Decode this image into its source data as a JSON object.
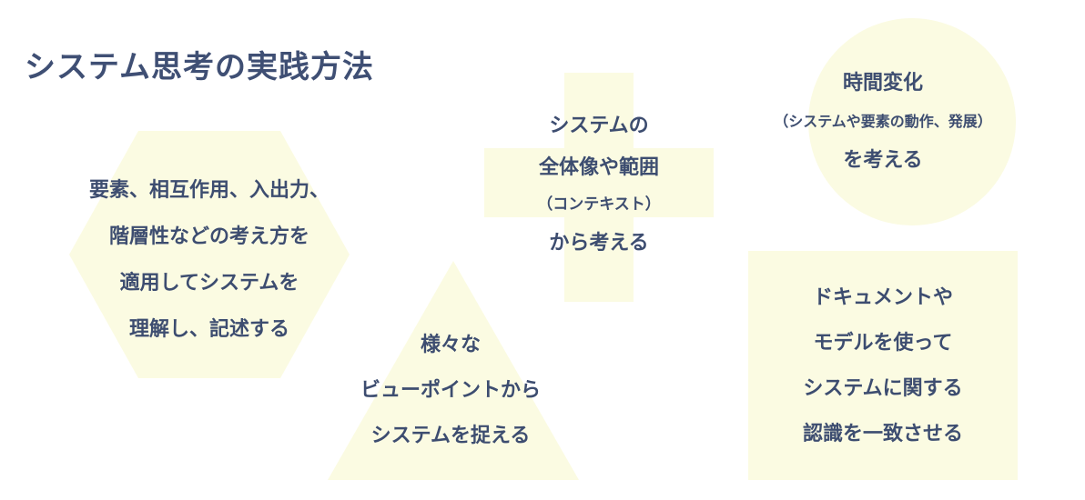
{
  "title": "システム思考の実践方法",
  "colors": {
    "shape_fill": "#fbfbe2",
    "text": "#3d4d70",
    "title": "#3f4f74"
  },
  "hexagon": {
    "lines": [
      "要素、相互作用、入出力、",
      "階層性などの考え方を",
      "適用してシステムを",
      "理解し、記述する"
    ]
  },
  "cross": {
    "lines": [
      "システムの",
      "全体像や範囲",
      "（コンテキスト）",
      "から考える"
    ]
  },
  "circle": {
    "lines": [
      "時間変化",
      "（システムや要素の動作、発展）",
      "を考える"
    ]
  },
  "triangle": {
    "lines": [
      "様々な",
      "ビューポイントから",
      "システムを捉える"
    ]
  },
  "square": {
    "lines": [
      "ドキュメントや",
      "モデルを使って",
      "システムに関する",
      "認識を一致させる"
    ]
  }
}
